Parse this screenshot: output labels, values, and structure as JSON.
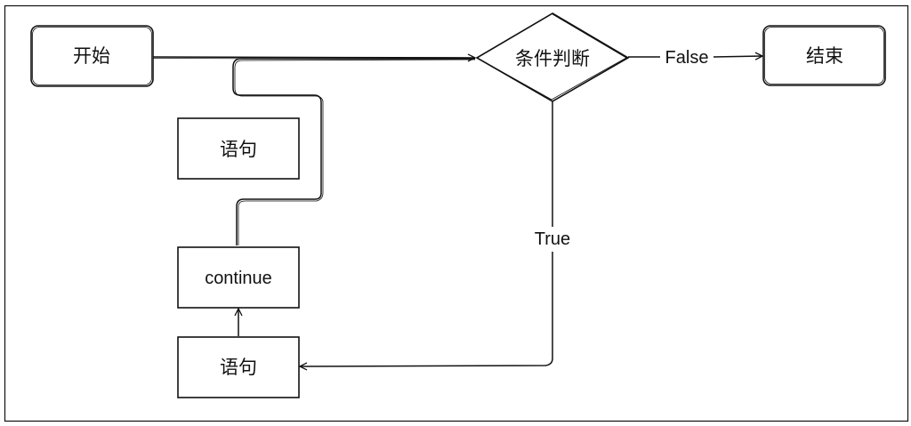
{
  "diagram": {
    "type": "flowchart",
    "nodes": {
      "start": {
        "label": "开始",
        "shape": "rounded-rect"
      },
      "condition": {
        "label": "条件判断",
        "shape": "diamond"
      },
      "end": {
        "label": "结束",
        "shape": "rounded-rect"
      },
      "stmt_top": {
        "label": "语句",
        "shape": "rect"
      },
      "continue": {
        "label": "continue",
        "shape": "rect"
      },
      "stmt_bottom": {
        "label": "语句",
        "shape": "rect"
      }
    },
    "edges": {
      "start_to_condition": {
        "from": "start",
        "to": "condition",
        "label": ""
      },
      "condition_false": {
        "from": "condition",
        "to": "end",
        "label": "False"
      },
      "condition_true": {
        "from": "condition",
        "to": "stmt_bottom",
        "label": "True"
      },
      "stmt_to_continue": {
        "from": "stmt_bottom",
        "to": "continue",
        "label": ""
      },
      "continue_loop": {
        "from": "continue",
        "to": "condition",
        "label": ""
      }
    }
  }
}
